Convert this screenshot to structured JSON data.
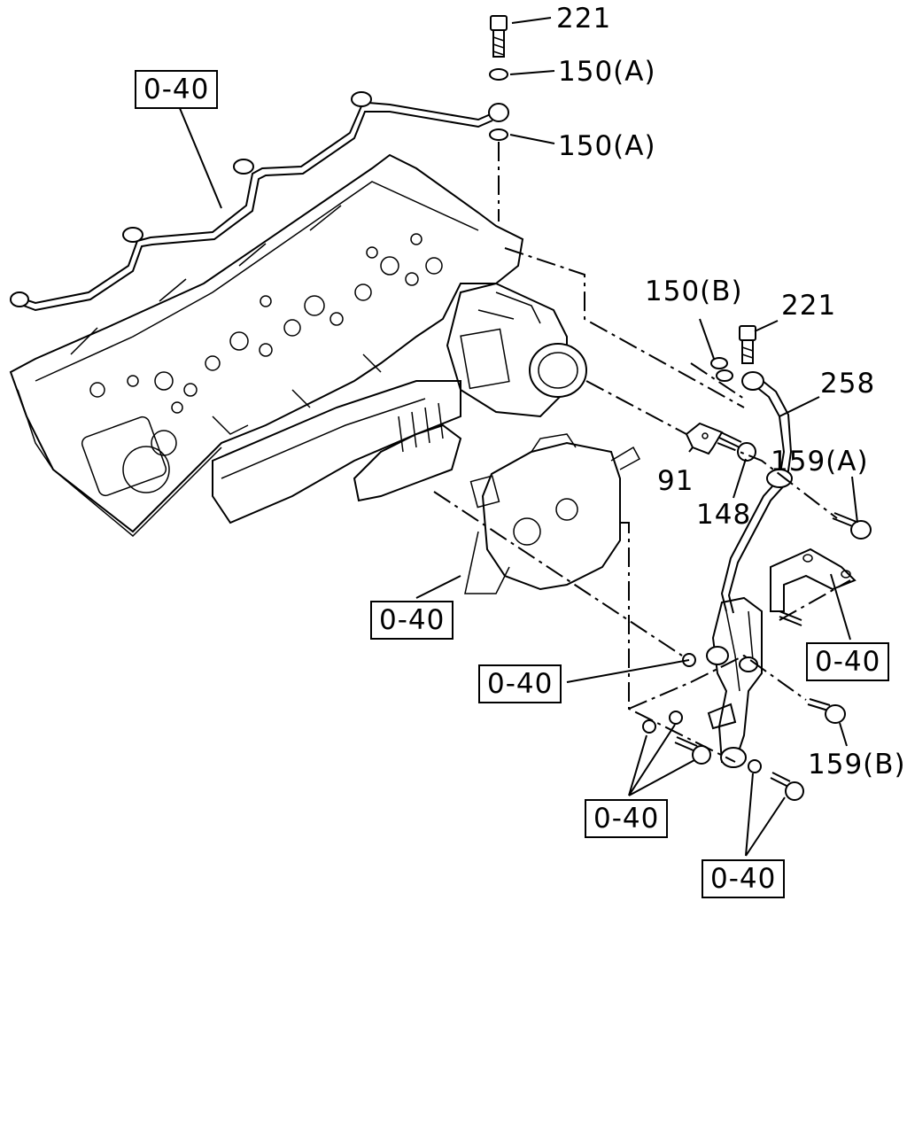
{
  "callouts": {
    "c221_top": "221",
    "c150a_1": "150(A)",
    "c150a_2": "150(A)",
    "c150b": "150(B)",
    "c221_right": "221",
    "c258": "258",
    "c91": "91",
    "c148": "148",
    "c159a": "159(A)",
    "c159b": "159(B)"
  },
  "refs": {
    "r1": "0-40",
    "r2": "0-40",
    "r3": "0-40",
    "r4": "0-40",
    "r5": "0-40",
    "r6": "0-40"
  }
}
